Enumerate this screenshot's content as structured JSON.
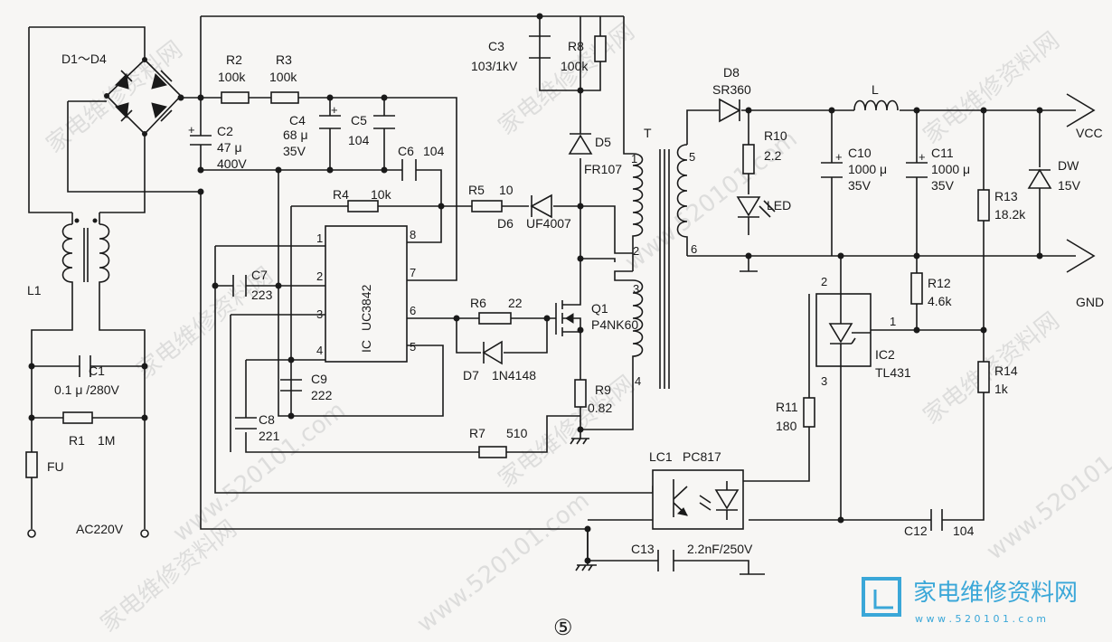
{
  "labels": {
    "d1d4": "D1～D4",
    "r2": "R2",
    "r2v": "100k",
    "r3": "R3",
    "r3v": "100k",
    "c2": "C2",
    "c2v": "47 μ",
    "c2v2": "400V",
    "c4": "C4",
    "c4v": "68 μ",
    "c4v2": "35V",
    "c5": "C5",
    "c5v": "104",
    "c6": "C6",
    "c6v": "104",
    "r4": "R4",
    "r4v": "10k",
    "r5": "R5",
    "r5v": "10",
    "d6": "D6",
    "d6v": "UF4007",
    "c3": "C3",
    "c3v": "103/1kV",
    "r8": "R8",
    "r8v": "100k",
    "d5": "D5",
    "d5v": "FR107",
    "t": "T",
    "d8": "D8",
    "d8v": "SR360",
    "l": "L",
    "vcc": "VCC",
    "gnd": "GND",
    "r10": "R10",
    "r10v": "2.2",
    "led": "LED",
    "c10": "C10",
    "c10v": "1000 μ",
    "c10v2": "35V",
    "c11": "C11",
    "c11v": "1000 μ",
    "c11v2": "35V",
    "r13": "R13",
    "r13v": "18.2k",
    "dw": "DW",
    "dwv": "15V",
    "r12": "R12",
    "r12v": "4.6k",
    "ic2": "IC2",
    "ic2v": "TL431",
    "r14": "R14",
    "r14v": "1k",
    "r11": "R11",
    "r11v": "180",
    "l1": "L1",
    "c1": "C1",
    "c1v": "0.1 μ /280V",
    "r1": "R1",
    "r1v": "1M",
    "fu": "FU",
    "ac": "AC220V",
    "c7": "C7",
    "c7v": "223",
    "ic": "IC",
    "icv": "UC3842",
    "r6": "R6",
    "r6v": "22",
    "q1": "Q1",
    "q1v": "P4NK60",
    "d7": "D7",
    "d7v": "1N4148",
    "c9": "C9",
    "c9v": "222",
    "c8": "C8",
    "c8v": "221",
    "r9": "R9",
    "r9v": "0.82",
    "r7": "R7",
    "r7v": "510",
    "lc1": "LC1",
    "lc1v": "PC817",
    "c12": "C12",
    "c12v": "104",
    "c13": "C13",
    "c13v": "2.2nF/250V",
    "figure": "⑤",
    "pin1": "1",
    "pin2": "2",
    "pin3": "3",
    "pin4": "4",
    "pin5": "5",
    "pin6": "6",
    "pin7": "7",
    "pin8": "8",
    "t1": "1",
    "t2": "2",
    "t3": "3",
    "t4": "4",
    "t5": "5",
    "t6": "6",
    "ic2p1": "1",
    "ic2p2": "2",
    "ic2p3": "3"
  },
  "watermark": {
    "text_cn": "家电维修资料网",
    "url": "www.520101.com"
  },
  "logo": {
    "text": "家电维修资料网",
    "url": "w w w . 5 2 0 1 0 1 . c o m"
  },
  "colors": {
    "ink": "#1a1a1a",
    "paper": "#f7f6f4",
    "logo": "#3aa7d8",
    "watermark": "#c9c9c9"
  }
}
